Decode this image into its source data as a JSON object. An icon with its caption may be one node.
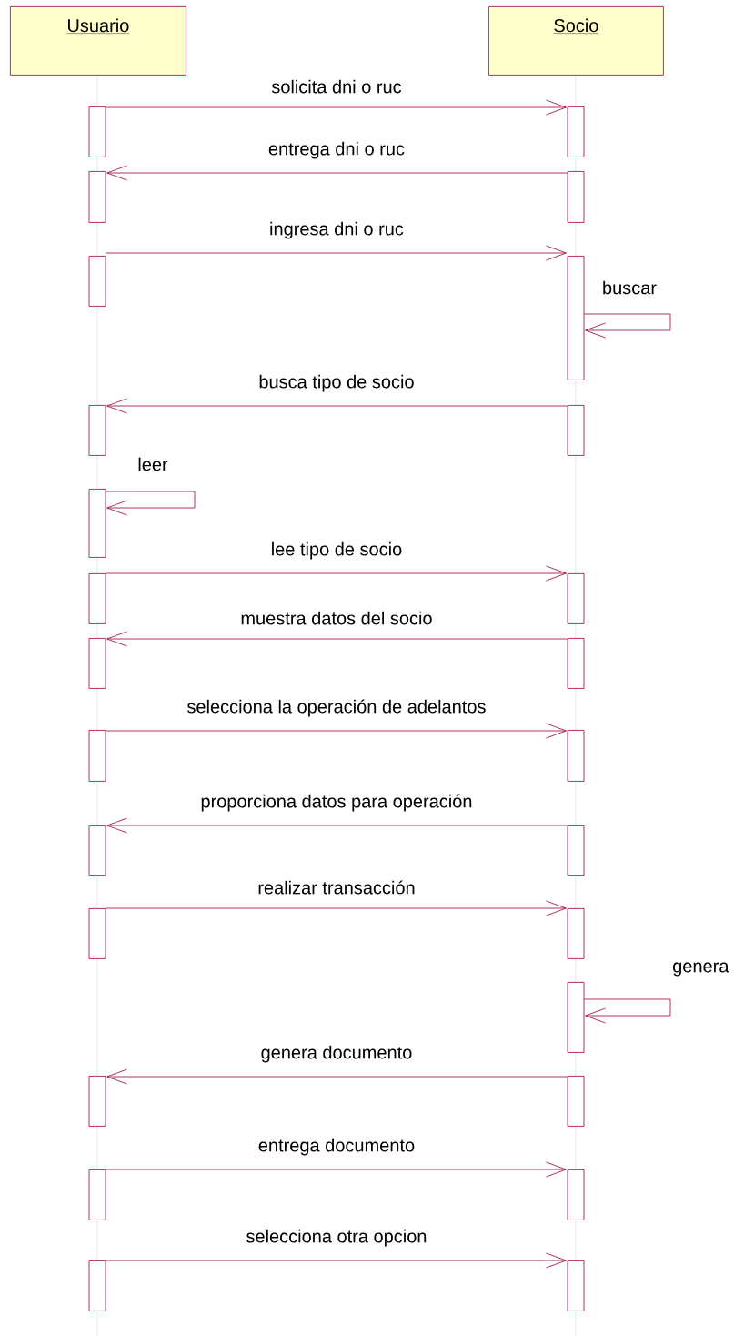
{
  "diagram": {
    "nodes": [
      {
        "text": [
          "Usuario"
        ]
      },
      {
        "text": [
          "Socio"
        ]
      },
      {
        "text": [],
        "shape": "bar"
      },
      {
        "text": [],
        "shape": "bar"
      },
      {
        "text": [],
        "shape": "bar"
      },
      {
        "text": [],
        "shape": "bar"
      },
      {
        "text": [],
        "shape": "bar"
      },
      {
        "text": [],
        "shape": "bar"
      },
      {
        "text": [],
        "shape": "bar"
      },
      {
        "text": [],
        "shape": "bar"
      },
      {
        "text": [],
        "shape": "bar"
      },
      {
        "text": [],
        "shape": "bar"
      },
      {
        "text": [],
        "shape": "bar"
      },
      {
        "text": [],
        "shape": "bar"
      },
      {
        "text": [],
        "shape": "bar"
      },
      {
        "text": [],
        "shape": "bar"
      },
      {
        "text": [],
        "shape": "bar"
      },
      {
        "text": [],
        "shape": "bar"
      },
      {
        "text": [],
        "shape": "bar"
      },
      {
        "text": [],
        "shape": "bar"
      },
      {
        "text": [],
        "shape": "bar"
      },
      {
        "text": [],
        "shape": "bar"
      },
      {
        "text": [],
        "shape": "bar"
      },
      {
        "text": [],
        "shape": "bar"
      },
      {
        "text": [],
        "shape": "bar"
      },
      {
        "text": [],
        "shape": "bar"
      },
      {
        "text": [],
        "shape": "bar"
      },
      {
        "text": [],
        "shape": "bar"
      }
    ],
    "edges": [
      {
        "from": 2,
        "to": 3,
        "arrow": "to",
        "label": "solicita dni o ruc"
      },
      {
        "from": 5,
        "to": 4,
        "arrow": "to",
        "label": "entrega dni o ruc"
      },
      {
        "from": 6,
        "to": 7,
        "arrow": "to",
        "label": "ingresa dni o ruc"
      },
      {
        "from": 7,
        "to": 7,
        "arrow": "to",
        "label": "buscar"
      },
      {
        "from": 9,
        "to": 8,
        "arrow": "to",
        "label": "busca tipo de socio"
      },
      {
        "from": 10,
        "to": 10,
        "arrow": "to",
        "label": "leer"
      },
      {
        "from": 11,
        "to": 12,
        "arrow": "to",
        "label": "lee tipo de socio"
      },
      {
        "from": 14,
        "to": 13,
        "arrow": "to",
        "label": "muestra datos del socio"
      },
      {
        "from": 15,
        "to": 16,
        "arrow": "to",
        "label": "selecciona la operación de adelantos"
      },
      {
        "from": 18,
        "to": 17,
        "arrow": "to",
        "label": "proporciona datos para operación"
      },
      {
        "from": 19,
        "to": 20,
        "arrow": "to",
        "label": "realizar transacción"
      },
      {
        "from": 21,
        "to": 21,
        "arrow": "to",
        "label": "genera"
      },
      {
        "from": 23,
        "to": 22,
        "arrow": "to",
        "label": "genera documento"
      },
      {
        "from": 24,
        "to": 25,
        "arrow": "to",
        "label": "entrega documento"
      },
      {
        "from": 26,
        "to": 27,
        "arrow": "to",
        "label": "selecciona otra opcion"
      }
    ]
  }
}
